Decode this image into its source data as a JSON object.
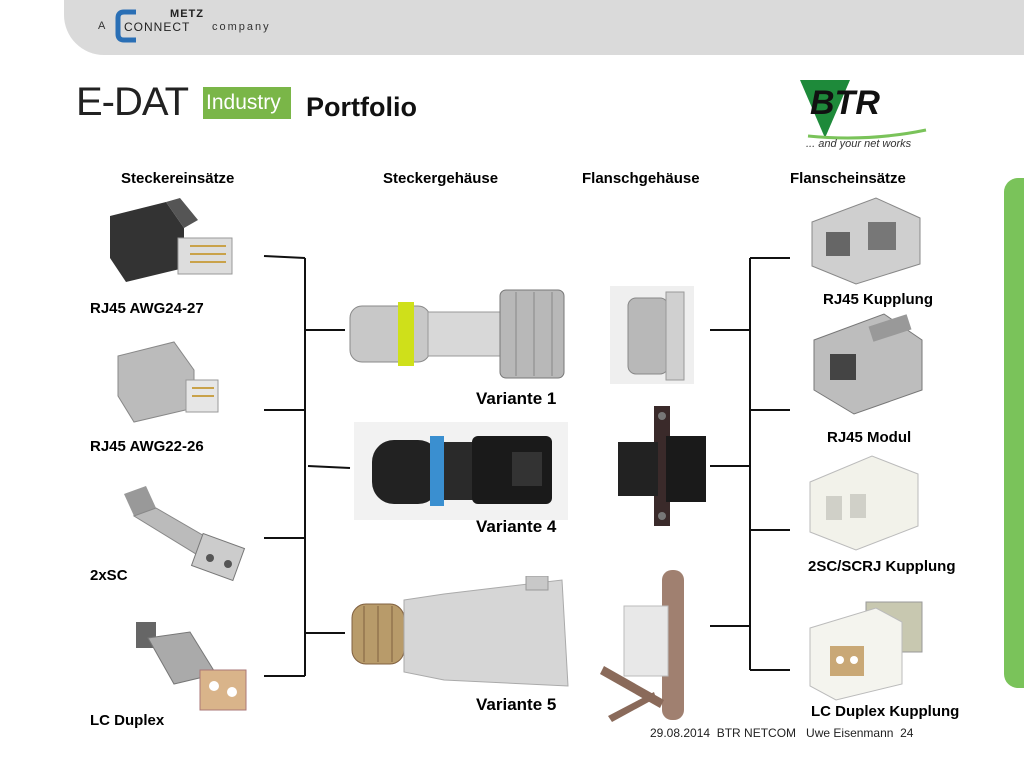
{
  "header": {
    "metz_a": "A",
    "metz_brand": "METZ",
    "metz_connect": "CONNECT",
    "metz_company": "company",
    "edat": "E-DAT",
    "industry": "Industry",
    "title": "Portfolio",
    "btr_brand": "BTR",
    "btr_tagline": "... and your net works"
  },
  "columns": {
    "steckereinsaetze": "Steckereinsätze",
    "steckergehaeuse": "Steckergehäuse",
    "flanschgehaeuse": "Flanschgehäuse",
    "flanscheinsaetze": "Flanscheinsätze"
  },
  "left_items": [
    "RJ45 AWG24-27",
    "RJ45 AWG22-26",
    "2xSC",
    "LC Duplex"
  ],
  "variants": [
    "Variante 1",
    "Variante 4",
    "Variante 5"
  ],
  "right_items": [
    "RJ45 Kupplung",
    "RJ45 Modul",
    "2SC/SCRJ Kupplung",
    "LC Duplex Kupplung"
  ],
  "footer": {
    "text": "29.08.2014  BTR NETCOM   Uwe Eisenmann  24"
  },
  "colors": {
    "green": "#7ab648",
    "strip": "#7ac35a",
    "topbar": "#dadada",
    "metz_blue": "#2a6fb5",
    "yellow_ring": "#cfe01a",
    "blue_ring": "#3a8fd0"
  }
}
